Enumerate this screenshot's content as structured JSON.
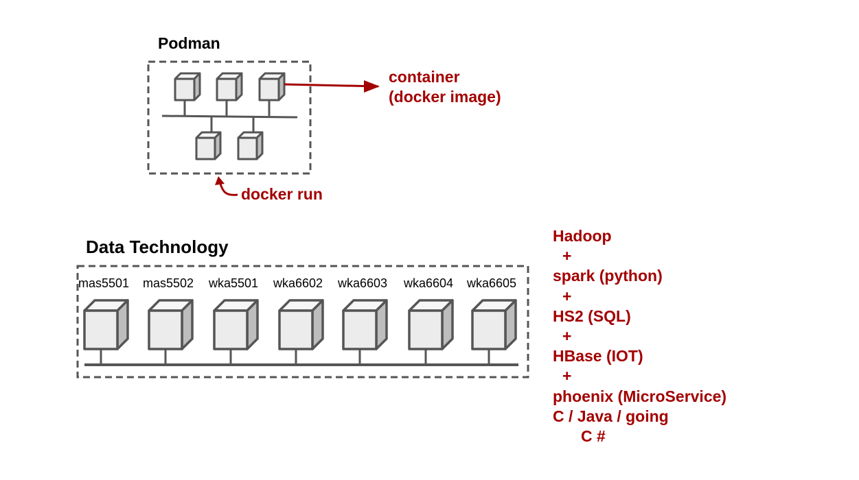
{
  "podman": {
    "title": "Podman",
    "container_label": [
      "container",
      "(docker image)"
    ],
    "run_label": "docker run"
  },
  "data_technology": {
    "title": "Data Technology",
    "nodes": [
      "mas5501",
      "mas5502",
      "wka5501",
      "wka6602",
      "wka6603",
      "wka6604",
      "wka6605"
    ]
  },
  "tech_stack": [
    "Hadoop",
    "+",
    "spark (python)",
    "+",
    "HS2 (SQL)",
    "+",
    "HBase (IOT)",
    "+",
    "phoenix (MicroService)",
    "C / Java / going",
    "C #"
  ],
  "colors": {
    "accent": "#a30000",
    "border": "#555555",
    "cube_front": "#ececec",
    "cube_top": "#f6f6f6",
    "cube_side": "#bdbdbd",
    "line": "#555555"
  }
}
